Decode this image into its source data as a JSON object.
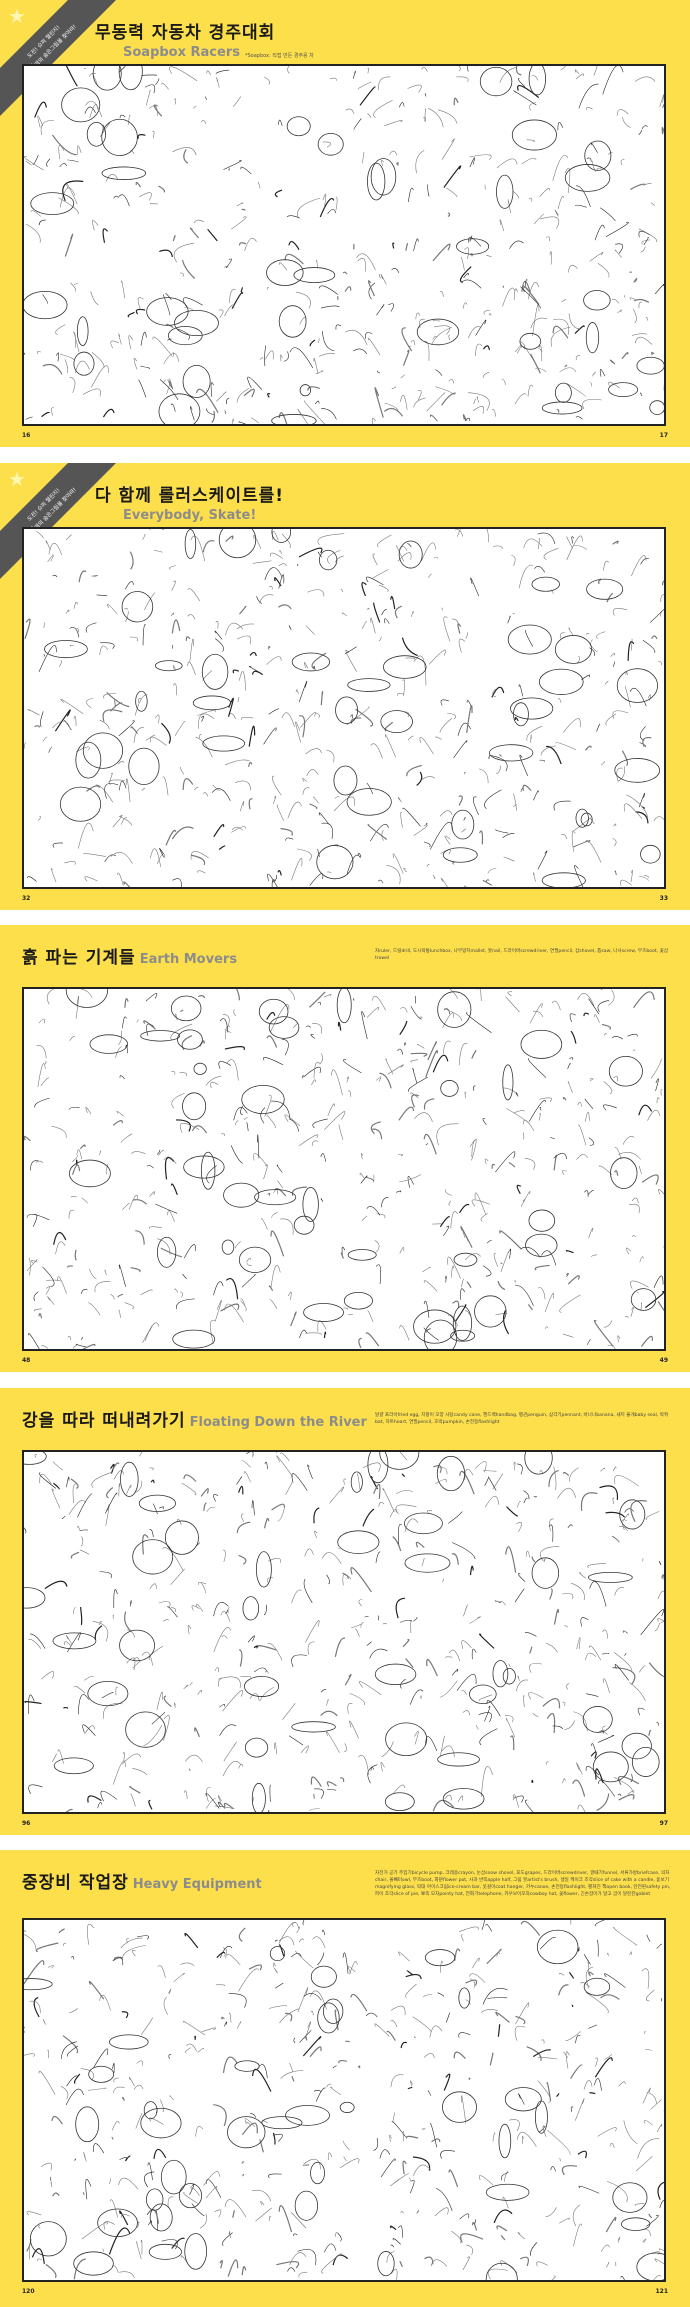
{
  "pages": [
    {
      "title_ko": "무동력 자동차 경주대회",
      "title_en": "Soapbox Racers",
      "note": "*Soapbox: 직접 만든 경주용 차",
      "ribbon": {
        "line1": "도전! 슈퍼 챌린지!",
        "count": "24",
        "line2": "개의 숨은그림을 찾아라!"
      },
      "page_left": "16",
      "page_right": "17",
      "illustration": "soapbox-race-illustration"
    },
    {
      "title_ko": "다 함께 롤러스케이트를!",
      "title_en": "Everybody, Skate!",
      "ribbon": {
        "line1": "도전! 슈퍼 챌린지!",
        "count": "35",
        "line2": "개의 숨은그림을 찾아라!"
      },
      "page_left": "32",
      "page_right": "33",
      "illustration": "roller-skate-dinosaurs-illustration"
    },
    {
      "title_ko": "흙 파는 기계들",
      "title_en": "Earth Movers",
      "items": "자ruler, 드릴drill, 도시락통lunchbox, 나무망치mallet, 못nail, 드라이버screwdriver, 연필pencil, 삽shovel, 톱saw, 나사screw, 부츠boot, 꽃삽trowel",
      "page_left": "48",
      "page_right": "49",
      "illustration": "construction-site-illustration"
    },
    {
      "title_ko": "강을 따라 떠내려가기",
      "title_en": "Floating Down the River",
      "items": "달걀 프라이fried egg, 지팡이 모양 사탕candy cane, 핸드백handbag, 펭귄penguin, 삼각기pennant, 바나나banana, 새끼 물개baby seal, 박쥐bat, 하트heart, 연필pencil, 호박pumpkin, 손전등flashlight",
      "page_left": "96",
      "page_right": "97",
      "illustration": "river-rafting-illustration"
    },
    {
      "title_ko": "중장비 작업장",
      "title_en": "Heavy Equipment",
      "items": "자전거 공기 주입기bicycle pump, 크레용crayon, 눈삽snow shovel, 포도grapes, 드라이버screwdriver, 깔때기funnel, 서류가방briefcase, 의자chair, 올빼미owl, 부츠boot, 화분flower pot, 사과 반쪽apple half, 그림 붓artist's brush, 생일 케이크 조각slice of cake with a candle, 돋보기magnifying glass, 막대 아이스크림ice-cream bar, 옷걸이coat hanger, 카누canoe, 손전등flashlight, 펼쳐진 책open book, 안전핀safety pin, 파이 조각slice of pie, 뾰족 모자pointy hat, 전화기telephone, 카우보이모자cowboy hat, 꽃flower, 긴손잡이가 달고 굽이 달린잔goblet",
      "page_left": "120",
      "page_right": "121",
      "illustration": "heavy-equipment-illustration"
    }
  ],
  "colors": {
    "page_bg": "#fddf4b",
    "title_en": "#8c8c8c",
    "ribbon": "#555555"
  }
}
